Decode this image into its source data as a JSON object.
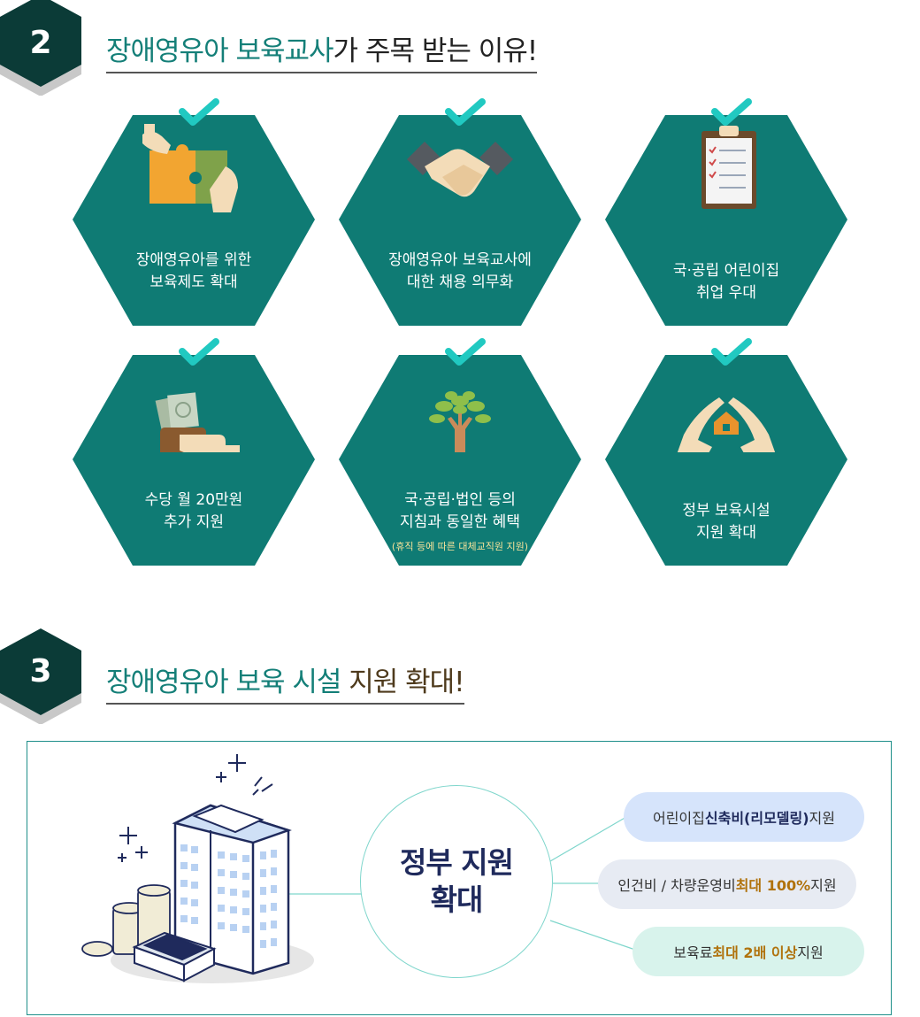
{
  "colors": {
    "hex_fill": "#0f7b74",
    "check": "#21c9c1",
    "badge_top": "#0b3b37",
    "badge_shadow": "#c8c8c8",
    "title_teal": "#147f78",
    "title_brown": "#4e3a1c",
    "navy": "#1f2a5c",
    "gold": "#b0720c"
  },
  "section2": {
    "number": "2",
    "title_highlight": "장애영유아 보육교사",
    "title_rest": "가 주목 받는 이유!",
    "items": [
      {
        "icon": "puzzle-hands-icon",
        "lines": [
          "장애영유아를 위한",
          "보육제도 확대"
        ],
        "note": ""
      },
      {
        "icon": "handshake-icon",
        "lines": [
          "장애영유아 보육교사에",
          "대한 채용 의무화"
        ],
        "note": ""
      },
      {
        "icon": "clipboard-checklist-icon",
        "lines": [
          "국·공립 어린이집",
          "취업 우대"
        ],
        "note": ""
      },
      {
        "icon": "wallet-money-icon",
        "lines": [
          "수당 월 20만원",
          "추가 지원"
        ],
        "note": ""
      },
      {
        "icon": "tree-hand-icon",
        "lines": [
          "국·공립·법인 등의",
          "지침과 동일한 혜택"
        ],
        "note": "(휴직 등에 따른 대체교직원 지원)"
      },
      {
        "icon": "hands-house-icon",
        "lines": [
          "정부 보육시설",
          "지원 확대"
        ],
        "note": ""
      }
    ]
  },
  "section3": {
    "number": "3",
    "title_highlight": "장애영유아 보육 시설 ",
    "title_accent": "지원 확대!",
    "illustration_icon": "building-money-icon",
    "center": {
      "line1": "정부 지원",
      "line2": "확대"
    },
    "pills": [
      {
        "pre": "어린이집 ",
        "strong": "신축비(리모델링)",
        "post": " 지원"
      },
      {
        "pre": "인건비 / 차량운영비 ",
        "strong": "최대 100%",
        "post": " 지원"
      },
      {
        "pre": "보육료 ",
        "strong": "최대 2배 이상",
        "post": " 지원"
      }
    ]
  }
}
